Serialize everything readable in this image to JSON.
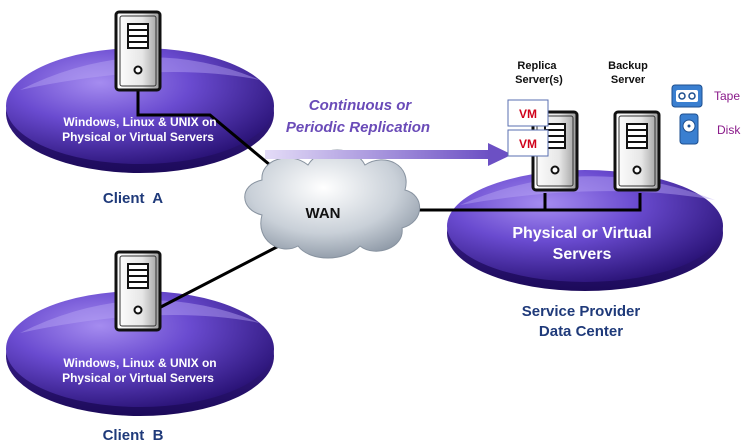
{
  "client_a": {
    "platform_line1": "Windows, Linux & UNIX on",
    "platform_line2": "Physical or Virtual Servers",
    "caption": "Client  A"
  },
  "client_b": {
    "platform_line1": "Windows, Linux & UNIX on",
    "platform_line2": "Physical or Virtual Servers",
    "caption": "Client  B"
  },
  "replication": {
    "line1": "Continuous or",
    "line2": "Periodic Replication"
  },
  "wan": {
    "label": "WAN"
  },
  "data_center": {
    "replica_line1": "Replica",
    "replica_line2": "Server(s)",
    "backup_line1": "Backup",
    "backup_line2": "Server",
    "vm_labels": [
      "VM",
      "VM"
    ],
    "platform_line1": "Physical or Virtual",
    "platform_line2": "Servers",
    "caption_line1": "Service Provider",
    "caption_line2": "Data Center"
  },
  "legend": {
    "tape": "Tape",
    "disk": "Disk"
  },
  "colors": {
    "ellipse_light": "#8b6fe0",
    "ellipse_dark": "#3a1f8f",
    "caption_text": "#1f3a7a",
    "replication_text": "#6a4bb8",
    "vm_red": "#d0021b",
    "legend_text": "#8a1a8a"
  }
}
